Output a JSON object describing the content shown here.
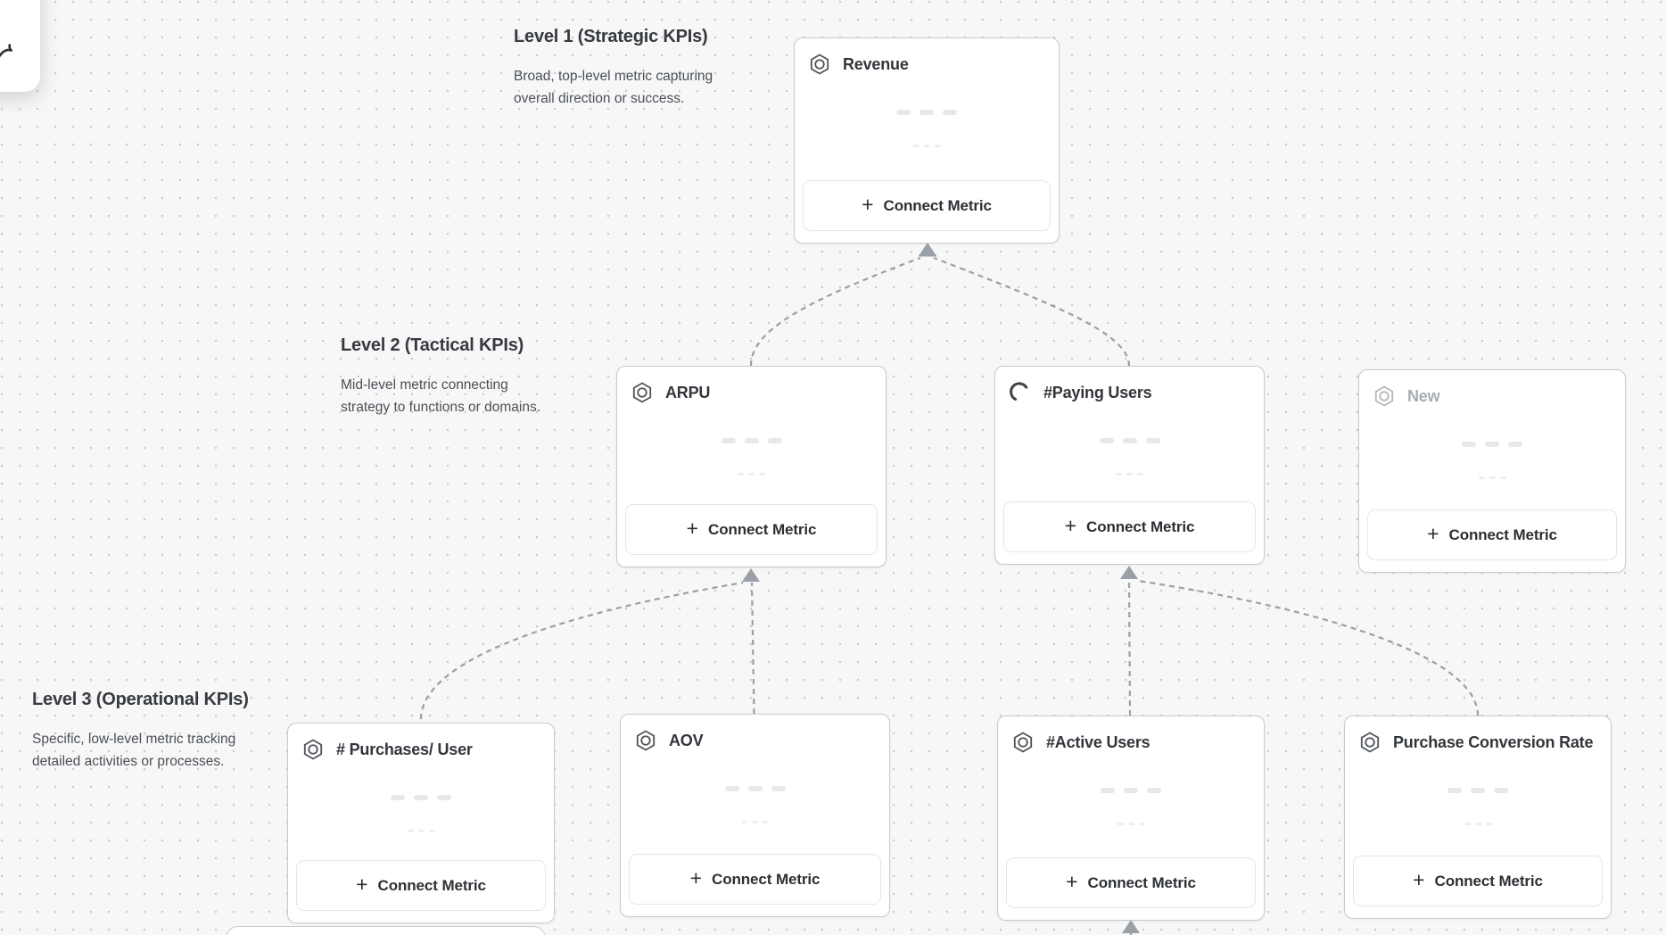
{
  "canvas": {
    "background_color": "#f7f7f8",
    "dot_color": "#c7c9cb"
  },
  "sections": [
    {
      "title": "Level 1 (Strategic KPIs)",
      "desc_line1": "Broad, top-level metric capturing",
      "desc_line2": "overall direction or success."
    },
    {
      "title": "Level 2 (Tactical KPIs)",
      "desc_line1": "Mid-level metric connecting",
      "desc_line2": "strategy to functions or domains."
    },
    {
      "title": "Level 3 (Operational KPIs)",
      "desc_line1": "Specific, low-level metric tracking",
      "desc_line2": "detailed activities or processes."
    }
  ],
  "labels": {
    "connect_metric": "Connect Metric",
    "plus": "+"
  },
  "cards": [
    {
      "id": "revenue",
      "title": "Revenue",
      "level": 1,
      "icon": "hexagon-metric-icon",
      "state": "default"
    },
    {
      "id": "arpu",
      "title": "ARPU",
      "level": 2,
      "icon": "hexagon-metric-icon",
      "state": "default"
    },
    {
      "id": "paying-users",
      "title": "#Paying Users",
      "level": 2,
      "icon": "spinner-loading-icon",
      "state": "loading"
    },
    {
      "id": "new",
      "title": "New",
      "level": 2,
      "icon": "hexagon-metric-icon",
      "state": "placeholder"
    },
    {
      "id": "purchases-per-user",
      "title": "# Purchases/ User",
      "level": 3,
      "icon": "hexagon-metric-icon",
      "state": "default"
    },
    {
      "id": "aov",
      "title": "AOV",
      "level": 3,
      "icon": "hexagon-metric-icon",
      "state": "default"
    },
    {
      "id": "active-users",
      "title": "#Active Users",
      "level": 3,
      "icon": "hexagon-metric-icon",
      "state": "default"
    },
    {
      "id": "purchase-conversion-rate",
      "title": "Purchase Conversion Rate",
      "level": 3,
      "icon": "hexagon-metric-icon",
      "state": "default"
    }
  ],
  "connections": [
    {
      "from": "ARPU",
      "to": "Revenue"
    },
    {
      "from": "#Paying Users",
      "to": "Revenue"
    },
    {
      "from": "# Purchases/ User",
      "to": "ARPU"
    },
    {
      "from": "AOV",
      "to": "ARPU"
    },
    {
      "from": "#Active Users",
      "to": "#Paying Users"
    },
    {
      "from": "Purchase Conversion Rate",
      "to": "#Paying Users"
    },
    {
      "from": "offscreen-below",
      "to": "#Active Users"
    }
  ],
  "colors": {
    "card_border": "#c8cacd",
    "connector": "#9aa0a5",
    "title_text": "#32363b",
    "muted_text": "#a7abb0",
    "button_border": "#e5e6e8"
  }
}
